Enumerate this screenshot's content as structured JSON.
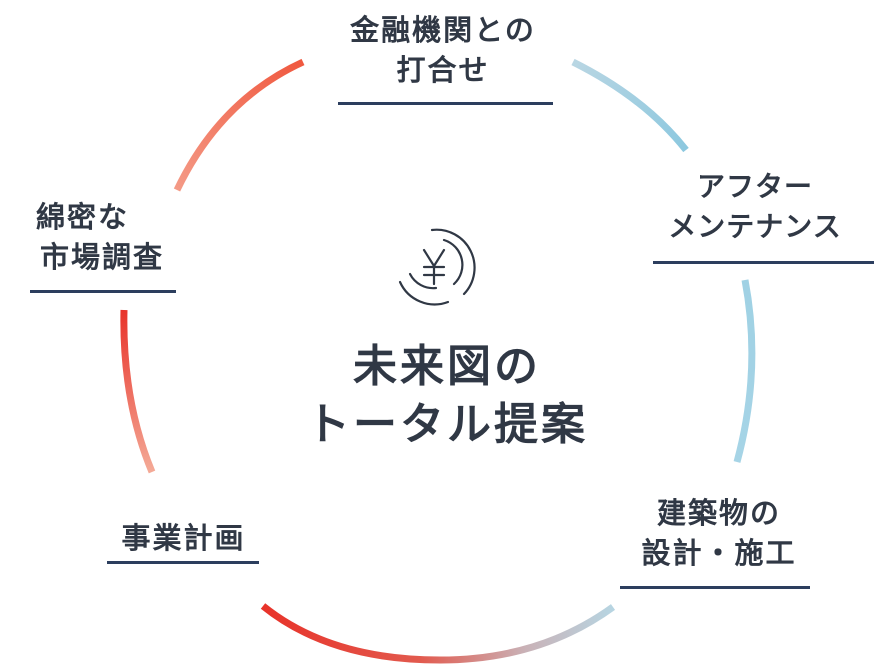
{
  "center": {
    "icon": "yen-icon",
    "title_line1": "未来図の",
    "title_line2": "トータル提案"
  },
  "steps": [
    {
      "id": "bank",
      "line1": "金融機関との",
      "line2": "打合せ"
    },
    {
      "id": "aftercare",
      "line1": "アフター",
      "line2": "メンテナンス"
    },
    {
      "id": "build",
      "line1": "建築物の",
      "line2": "設計・施工"
    },
    {
      "id": "plan",
      "line1": "事業計画",
      "line2": ""
    },
    {
      "id": "research",
      "line1": "綿密な",
      "line2": "市場調査"
    }
  ],
  "colors": {
    "text": "#303845",
    "underline": "#2c3e5e",
    "red": "#e8332a",
    "salmon": "#f29a85",
    "light_blue": "#a8d4e6"
  }
}
